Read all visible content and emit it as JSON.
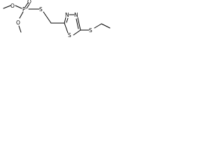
{
  "atoms": {
    "o_top": "O",
    "p": "P",
    "o_double": "O",
    "s_thio": "S",
    "o_bottom": "O",
    "s_ring": "S",
    "n_left": "N",
    "n_right": "N",
    "s_ethyl": "S"
  },
  "colors": {
    "bond": "#000000",
    "label": "#000000",
    "background": "#ffffff"
  }
}
